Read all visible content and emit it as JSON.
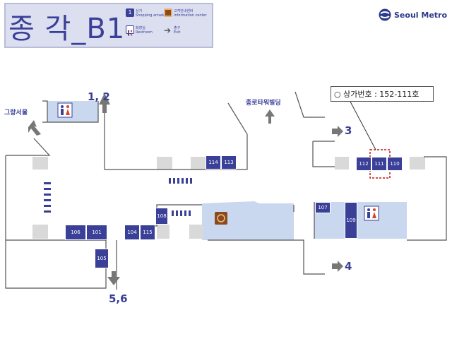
{
  "header": {
    "station_title": "종  각_B1",
    "legend": [
      {
        "icon": "shop-number-icon",
        "icon_text": "1",
        "label_ko": "상가",
        "label_en": "Shopping arcade",
        "color": "#3a3f98"
      },
      {
        "icon": "information-icon",
        "icon_text": "",
        "label_ko": "고객안내센터",
        "label_en": "Information center",
        "color": "#8a4a1c"
      },
      {
        "icon": "restroom-icon",
        "icon_text": "",
        "label_ko": "화장실",
        "label_en": "Restroom",
        "color": "#d6452e"
      },
      {
        "icon": "exit-arrow-icon",
        "icon_text": "➔",
        "label_ko": "출구",
        "label_en": "Exit",
        "color": "#555555"
      }
    ]
  },
  "brand": {
    "name": "Seoul Metro",
    "color": "#2c3a8c"
  },
  "exits": {
    "e12": "1, 2",
    "e3": "3",
    "e4": "4",
    "e56": "5,6"
  },
  "buildings": {
    "grand_seoul": "그랑서울",
    "jongno_tower": "종로타워빌딩"
  },
  "shops": [
    "114",
    "113",
    "112",
    "111",
    "110",
    "108",
    "107",
    "109",
    "106",
    "101",
    "104",
    "115",
    "105"
  ],
  "callout": {
    "text": "○ 상가번호 : 152-111호",
    "highlight_color": "#cc1111"
  },
  "colors": {
    "corridor": "#c9d8ef",
    "shop": "#3a3f98",
    "wall": "#555555"
  }
}
